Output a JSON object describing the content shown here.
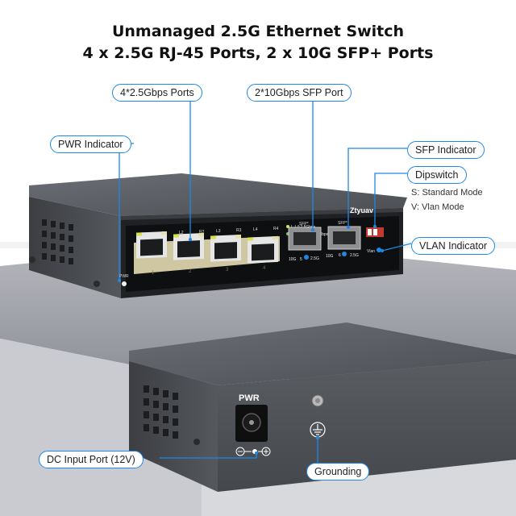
{
  "title_line1": "Unmanaged 2.5G Ethernet Switch",
  "title_line2": "4 x 2.5G RJ-45 Ports, 2 x 10G SFP+ Ports",
  "callouts": {
    "rj45_ports": "4*2.5Gbps Ports",
    "sfp_ports": "2*10Gbps SFP Port",
    "pwr_indicator": "PWR Indicator",
    "sfp_indicator": "SFP Indicator",
    "dipswitch": "Dipswitch",
    "vlan_indicator": "VLAN Indicator",
    "dc_input": "DC Input Port (12V)",
    "grounding": "Grounding"
  },
  "dipswitch_notes": {
    "standard": "S: Standard Mode",
    "vlan": "V: Vlan Mode"
  },
  "front_panel": {
    "brand": "Ztyuav",
    "led_legend_1": "L-L4:2.5Gbps",
    "led_legend_2": "R-R4:100/1000Mbps",
    "port_led_labels": [
      "L1",
      "R1",
      "L2",
      "R2",
      "L3",
      "R3",
      "L4",
      "R4"
    ],
    "port_numbers": [
      "1",
      "2",
      "3",
      "4"
    ],
    "sfp_label_1": "SFP*",
    "sfp_label_2": "SFP*",
    "sfp_speeds": [
      "10G",
      "5",
      "2.5G",
      "10G",
      "6",
      "2.5G"
    ],
    "pwr_label": "PWR",
    "vlan_label": "Vlan"
  },
  "rear_panel": {
    "pwr_label": "PWR"
  },
  "colors": {
    "accent": "#1e88e5",
    "body": "#4a4d52",
    "front_panel": "#111213",
    "shelf": "#9a9ca3"
  }
}
